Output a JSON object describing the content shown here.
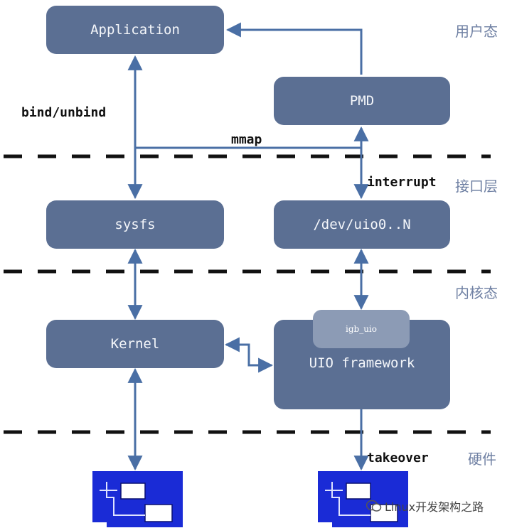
{
  "boxes": {
    "application": "Application",
    "pmd": "PMD",
    "sysfs": "sysfs",
    "dev_uio": "/dev/uio0..N",
    "kernel": "Kernel",
    "uio_framework": "UIO framework",
    "igb_uio": "igb_uio"
  },
  "edge_labels": {
    "bind_unbind": "bind/unbind",
    "mmap": "mmap",
    "interrupt": "interrupt",
    "takeover": "takeover"
  },
  "layers": {
    "user_space": "用户态",
    "interface_layer": "接口层",
    "kernel_space": "内核态",
    "hardware": "硬件"
  },
  "watermark": "Linux开发架构之路",
  "colors": {
    "box": "#5b6f93",
    "sub_box": "#8c9bb5",
    "arrow": "#4a6fa5",
    "nic": "#1a2bd6",
    "layer_text": "#6f80a3"
  }
}
